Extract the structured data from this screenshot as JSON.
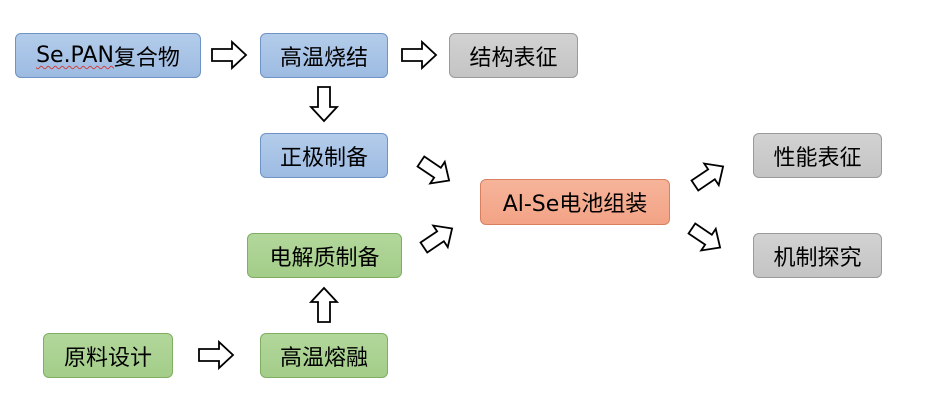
{
  "nodes": {
    "sepan_composite": {
      "prefix": "Se.PAN",
      "suffix": "复合物"
    },
    "high_temp_sintering": "高温烧结",
    "structural_characterization": "结构表征",
    "cathode_preparation": "正极制备",
    "electrolyte_preparation": "电解质制备",
    "al_se_battery_assembly": "Al-Se电池组装",
    "performance_characterization": "性能表征",
    "mechanism_exploration": "机制探究",
    "raw_material_design": "原料设计",
    "high_temp_melting": "高温熔融"
  },
  "colors": {
    "blue_fill": "#a8c4e6",
    "gray_fill": "#c9c9c9",
    "green_fill": "#a9d18e",
    "orange_fill": "#f4ab8f",
    "arrow_fill": "#ffffff",
    "arrow_stroke": "#000000"
  }
}
